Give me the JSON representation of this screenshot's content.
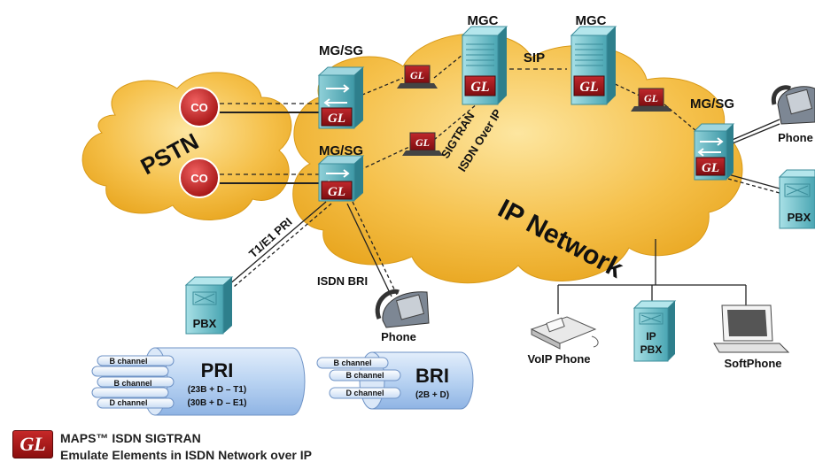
{
  "labels": {
    "pstn": "PSTN",
    "ip_network": "IP Network",
    "co": "CO",
    "mgc": "MGC",
    "mg_sg": "MG/SG",
    "sip": "SIP",
    "sigtran_line1": "SIGTRAN",
    "sigtran_line2": "ISDN Over IP",
    "t1e1_pri": "T1/E1 PRI",
    "isdn_bri": "ISDN BRI",
    "pbx": "PBX",
    "phone": "Phone",
    "voip_phone": "VoIP Phone",
    "ip_pbx_line1": "IP",
    "ip_pbx_line2": "PBX",
    "softphone": "SoftPhone",
    "gl": "GL"
  },
  "pri": {
    "title": "PRI",
    "formula1": "(23B + D – T1)",
    "formula2": "(30B + D – E1)",
    "channels": [
      "B channel",
      "B channel",
      "D channel"
    ]
  },
  "bri": {
    "title": "BRI",
    "formula": "(2B + D)",
    "channels": [
      "B channel",
      "B channel",
      "D channel"
    ]
  },
  "footer": {
    "logo": "GL",
    "line1": "MAPS™ ISDN SIGTRAN",
    "line2": "Emulate Elements in ISDN Network over IP"
  },
  "colors": {
    "cloud": "#f2b632",
    "gl_red": "#a3161a",
    "device_teal": "#5fb8c4",
    "pipe_blue": "#b8d4f3"
  }
}
